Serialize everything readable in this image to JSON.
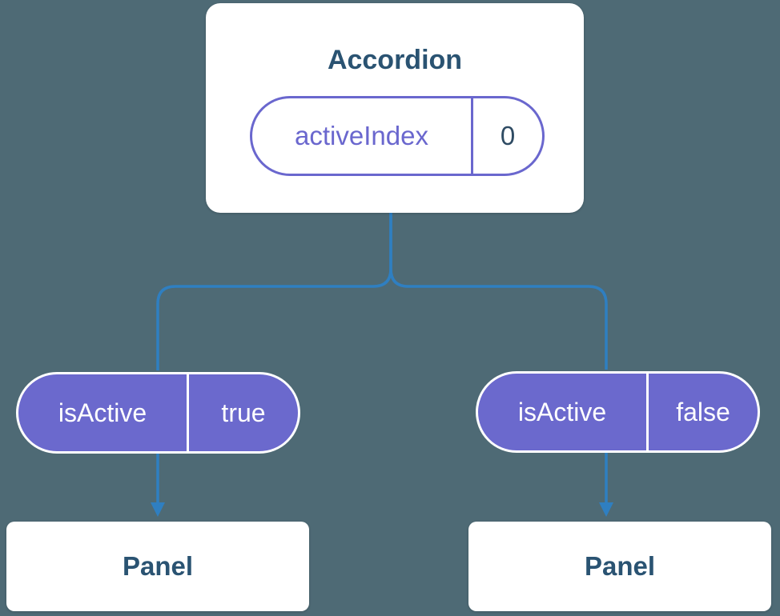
{
  "colors": {
    "background": "#4E6A75",
    "connector_blue": "#2F7FC1",
    "prop_pill_purple": "#6B69CD",
    "state_pill_purple": "#6A67CE",
    "heading_blue": "#2A5372",
    "state_value_dark": "#2E4B63",
    "card_white": "#FFFFFF"
  },
  "accordion": {
    "title": "Accordion",
    "state": {
      "name": "activeIndex",
      "value": "0"
    }
  },
  "children": [
    {
      "prop": {
        "name": "isActive",
        "value": "true"
      },
      "label": "Panel"
    },
    {
      "prop": {
        "name": "isActive",
        "value": "false"
      },
      "label": "Panel"
    }
  ]
}
